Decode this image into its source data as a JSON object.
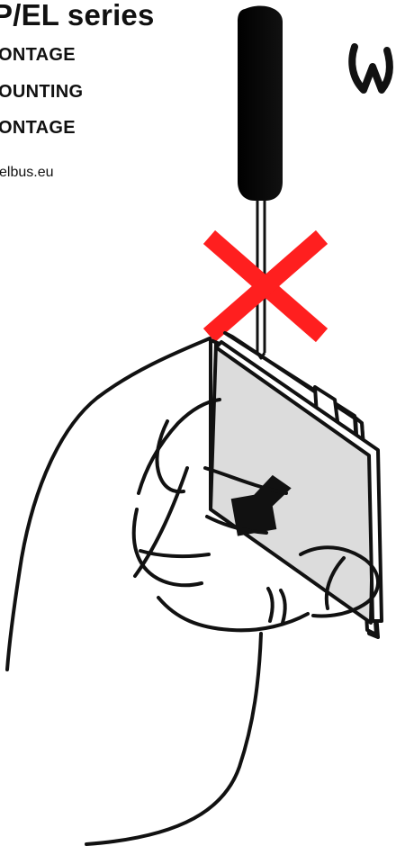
{
  "header": {
    "title": "P/EL series",
    "lines": [
      "ONTAGE",
      "OUNTING",
      "ONTAGE"
    ],
    "website": "elbus.eu"
  },
  "illustration": {
    "warning_mark_color": "#ff1f1f",
    "line_color": "#111111",
    "panel_color": "#dcdcdc"
  },
  "icons": {
    "logo": "brand-logo-icon",
    "warning": "red-x-icon",
    "arrow": "slide-arrow-icon"
  }
}
